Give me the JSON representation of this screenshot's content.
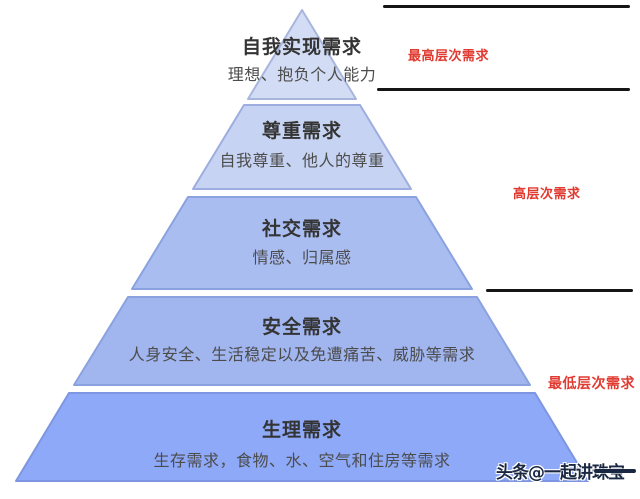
{
  "page": {
    "background": "#ffffff"
  },
  "pyramid": {
    "tiers": [
      {
        "id": "self-actualization",
        "title": "自我实现需求",
        "subtitle": "理想、抱负个人能力",
        "fill": "#d2dcf4",
        "stroke": "#a8b6dd"
      },
      {
        "id": "esteem",
        "title": "尊重需求",
        "subtitle": "自我尊重、他人的尊重",
        "fill": "#c7d3f2",
        "stroke": "#9dade0"
      },
      {
        "id": "social",
        "title": "社交需求",
        "subtitle": "情感、归属感",
        "fill": "#a9bdf1",
        "stroke": "#8ba2e0"
      },
      {
        "id": "safety",
        "title": "安全需求",
        "subtitle": "人身安全、生活稳定以及免遭痛苦、威胁等需求",
        "fill": "#a1b5ef",
        "stroke": "#8ba2e0"
      },
      {
        "id": "physiological",
        "title": "生理需求",
        "subtitle": "生存需求，食物、水、空气和住房等需求",
        "fill": "#8ea9f8",
        "stroke": "#7e96e2"
      }
    ]
  },
  "annotations": {
    "color": "#e13a30",
    "top_label": "最高层次需求",
    "middle_label": "高层次需求",
    "bottom_label": "最低层次需求"
  },
  "watermark": {
    "text": "头条@一起讲珠宝"
  }
}
